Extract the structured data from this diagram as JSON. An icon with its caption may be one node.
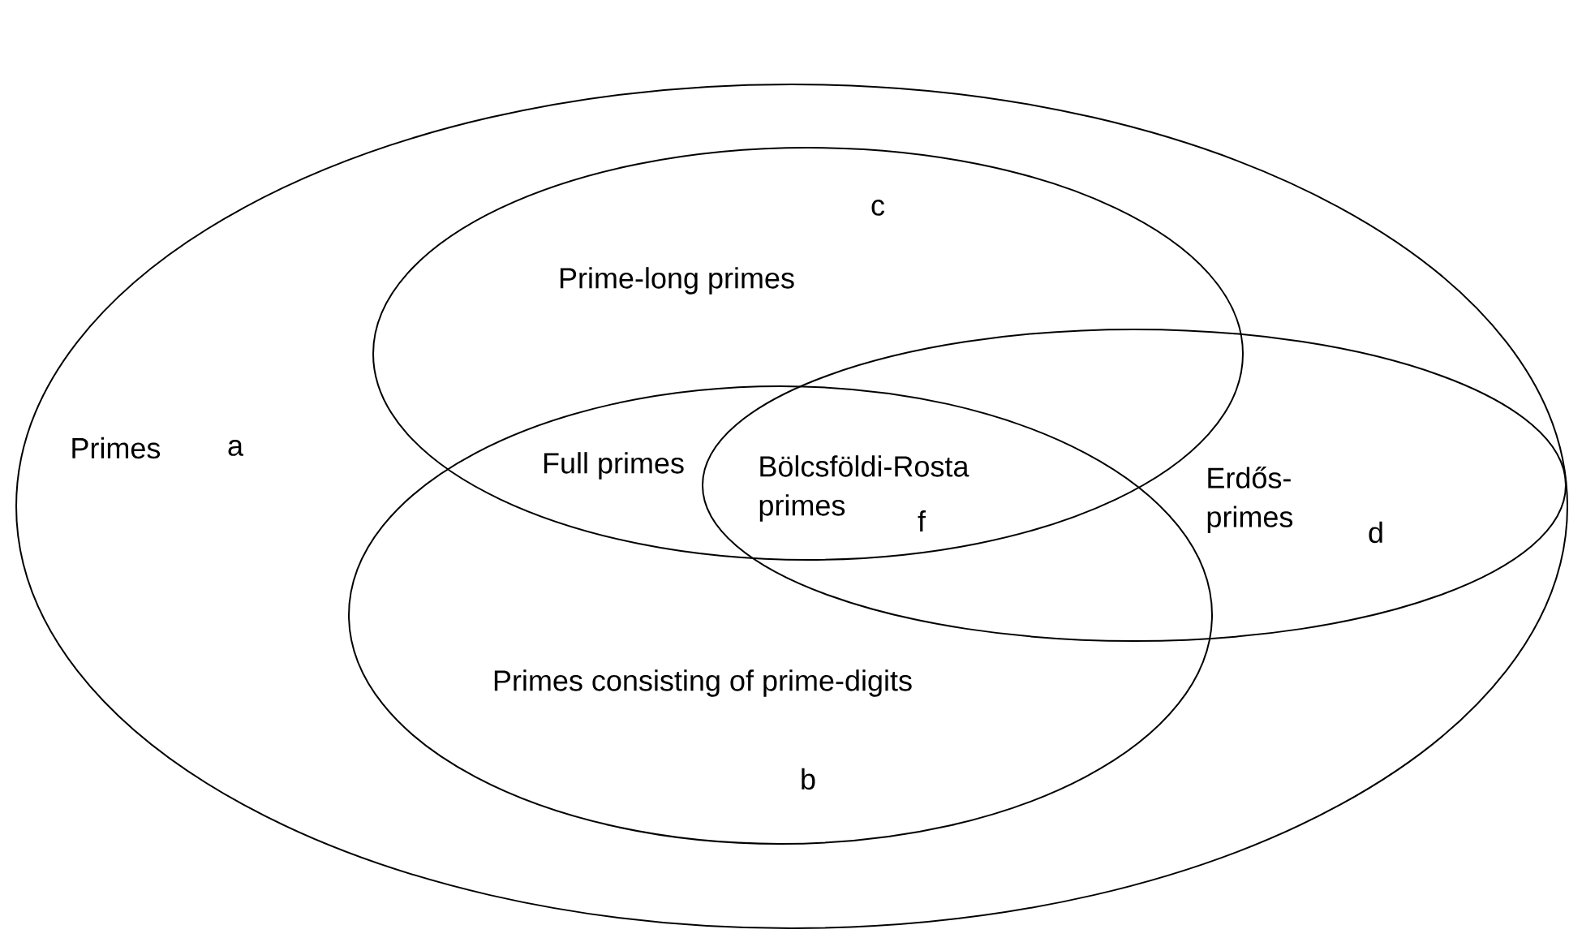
{
  "diagram": {
    "nodes": [
      {
        "text": [
          "Primes",
          "a"
        ]
      },
      {
        "text": [
          "c",
          "Prime-long primes"
        ],
        "in": 0
      },
      {
        "text": [
          "Erdős- primes",
          "d"
        ],
        "in": 0
      },
      {
        "text": [
          "Primes consisting of prime-digits",
          "b"
        ],
        "in": 0
      }
    ],
    "labels": [
      "Full primes",
      "Bölcsföldi-Rosta primes",
      "f"
    ]
  }
}
